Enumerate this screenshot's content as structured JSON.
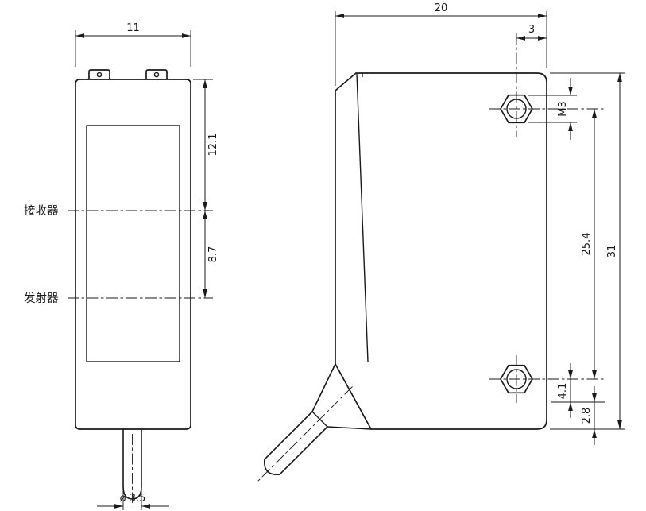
{
  "front_view": {
    "width": "11",
    "receiver_offset": "12.1",
    "transmitter_offset": "8.7",
    "receiver_label": "接收器",
    "transmitter_label": "发射器",
    "cable_diameter": "ø 3.5"
  },
  "side_view": {
    "depth": "20",
    "hole_edge_offset": "3",
    "thread_size": "M3",
    "hole_spacing": "25.4",
    "height": "31",
    "lower_hole_offset": "4.1",
    "bottom_offset": "2.8"
  },
  "colors": {
    "line": "#1a1a1a",
    "background": "#ffffff"
  }
}
